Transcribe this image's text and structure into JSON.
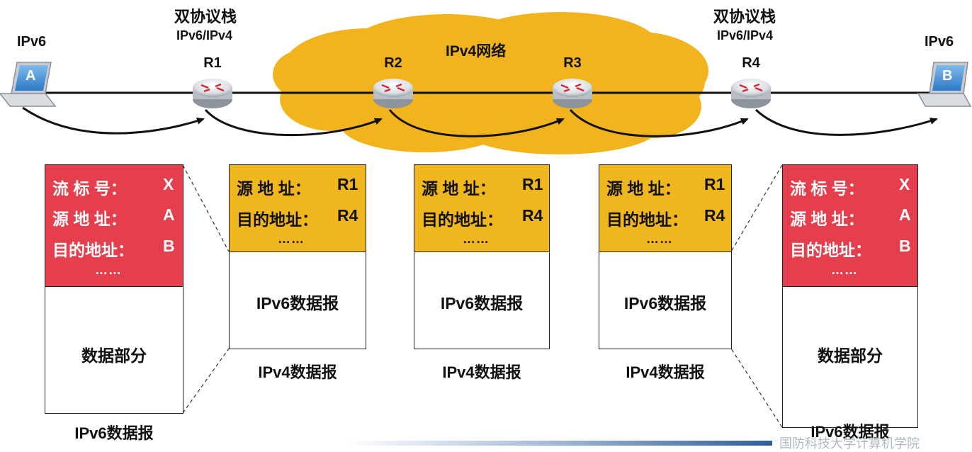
{
  "labels": {
    "dual_stack": "双协议栈",
    "stack_type": "IPv6/IPv4",
    "ipv4_network": "IPv4网络",
    "host_left": "IPv6",
    "host_right": "IPv6"
  },
  "hosts": {
    "a": "A",
    "b": "B"
  },
  "routers": [
    "R1",
    "R2",
    "R3",
    "R4"
  ],
  "ipv6_packet": {
    "flow_label_key": "流 标 号：",
    "flow_label_val": "X",
    "src_key": "源 地 址：",
    "src_val": "A",
    "dst_key": "目的地址：",
    "dst_val": "B",
    "ellipsis": "……",
    "body": "数据部分",
    "caption": "IPv6数据报"
  },
  "ipv4_packet": {
    "src_key": "源 地 址：",
    "src_val": "R1",
    "dst_key": "目的地址：",
    "dst_val": "R4",
    "ellipsis": "……",
    "body": "IPv6数据报",
    "caption": "IPv4数据报"
  },
  "colors": {
    "ipv6_header": "#e53f4d",
    "ipv4_header": "#f0b61e",
    "cloud": "#f2b41c"
  },
  "footer": "国防科技大学计算机学院"
}
